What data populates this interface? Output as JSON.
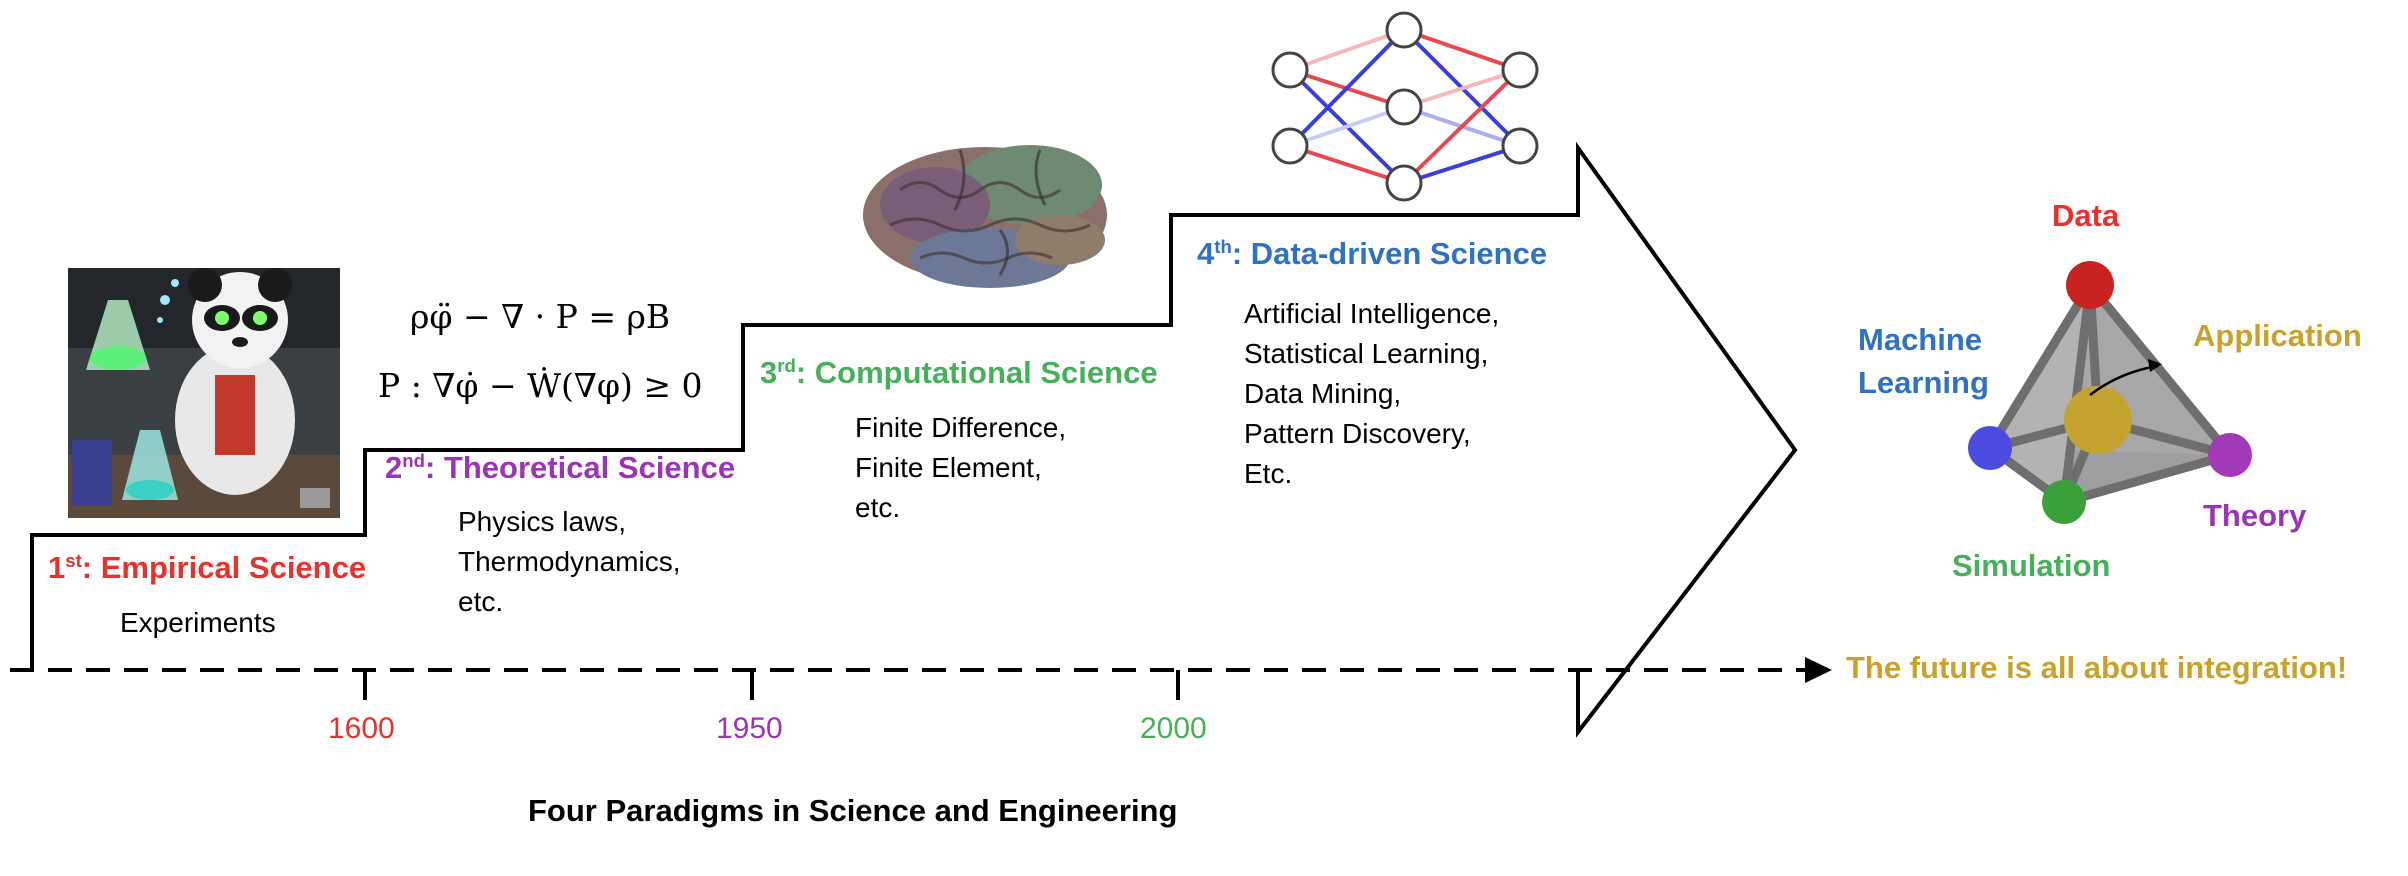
{
  "paradigms": [
    {
      "ordinal": "1",
      "suffix": "st",
      "title": ": Empirical Science",
      "details": "Experiments",
      "year": "1600",
      "color": "#e8302c"
    },
    {
      "ordinal": "2",
      "suffix": "nd",
      "title": ": Theoretical Science",
      "details": "Physics laws,\nThermodynamics,\netc.",
      "year": "1950",
      "color": "#9b34b8"
    },
    {
      "ordinal": "3",
      "suffix": "rd",
      "title": ": Computational Science",
      "details": "Finite Difference,\nFinite Element,\netc.",
      "year": "2000",
      "color": "#46b05a"
    },
    {
      "ordinal": "4",
      "suffix": "th",
      "title": ": Data-driven Science",
      "details": "Artificial Intelligence,\nStatistical Learning,\nData Mining,\nPattern Discovery,\nEtc.",
      "color": "#2f72c4"
    }
  ],
  "equations": {
    "line1": "ρφ̈ − ∇ · P = ρB",
    "line2": "P : ∇φ̇ − Ẇ(∇φ) ≥ 0"
  },
  "integration": {
    "data": "Data",
    "machine_learning_1": "Machine",
    "machine_learning_2": "Learning",
    "application": "Application",
    "theory": "Theory",
    "simulation": "Simulation"
  },
  "future_text": "The future is all about integration!",
  "caption": "Four Paradigms in Science and Engineering",
  "colors": {
    "red": "#e8302c",
    "purple": "#9b34b8",
    "green": "#46b05a",
    "blue": "#2f72c4",
    "gold": "#caa22b"
  }
}
